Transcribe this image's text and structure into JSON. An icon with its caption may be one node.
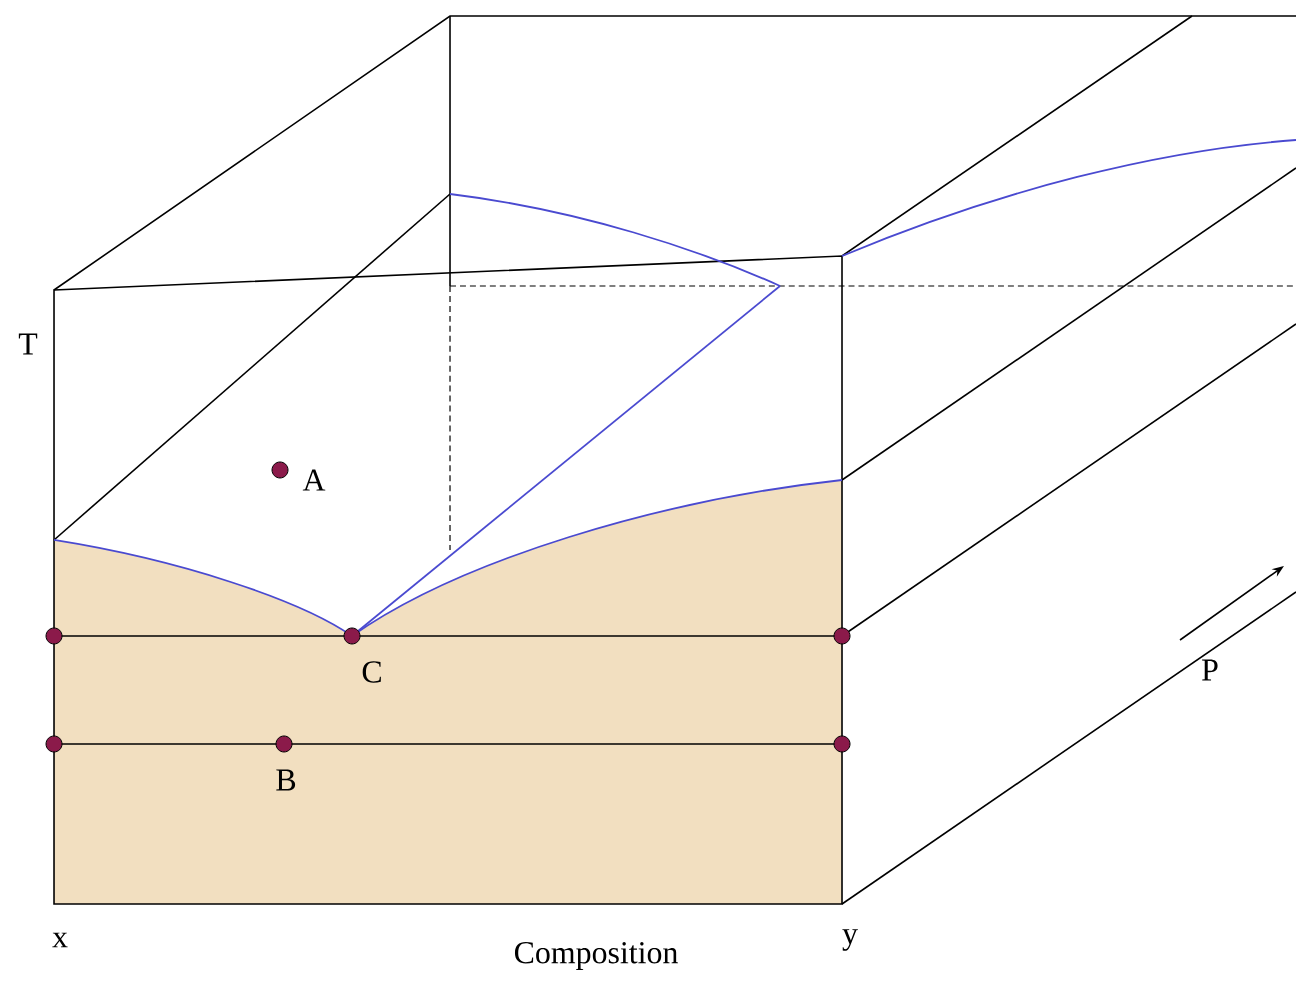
{
  "diagram": {
    "labels": [
      "T",
      "A",
      "C",
      "B",
      "x",
      "Composition",
      "y",
      "P"
    ]
  }
}
